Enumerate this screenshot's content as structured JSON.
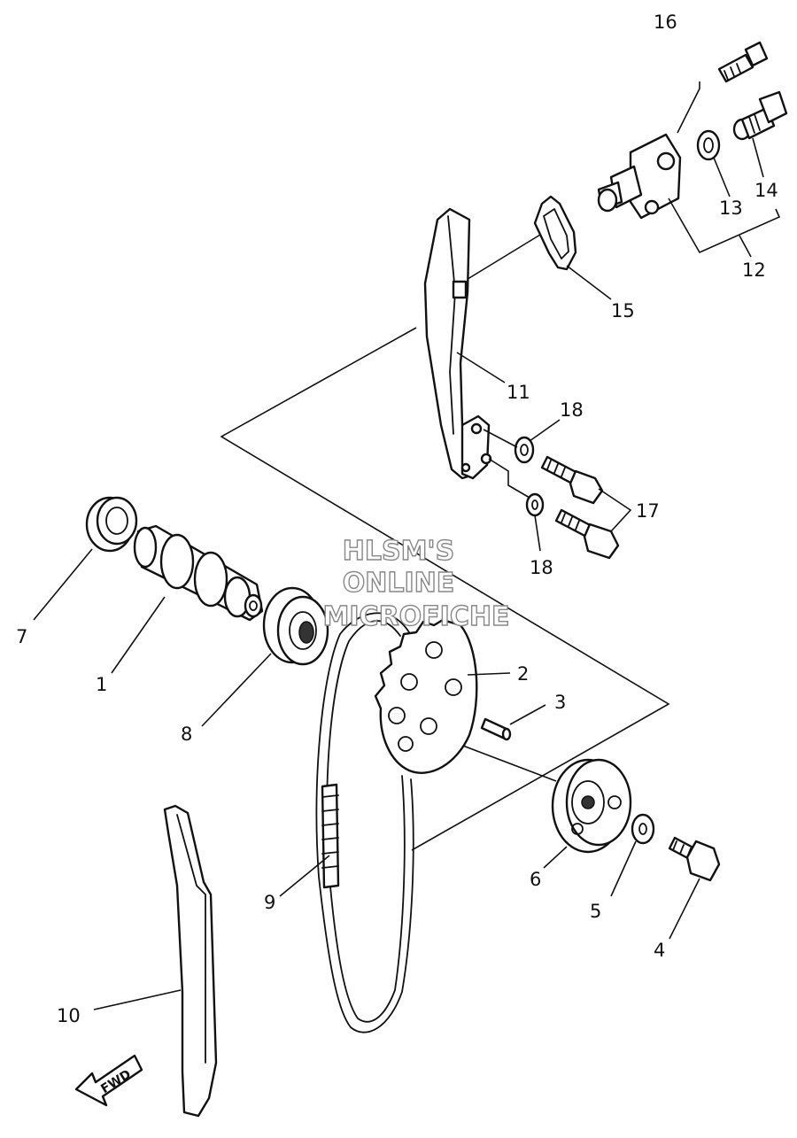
{
  "watermark": {
    "line1": "HLSM'S",
    "line2": "ONLINE",
    "line3": "MICROFICHE"
  },
  "direction_label": "FWD",
  "callouts": {
    "p1": "1",
    "p2": "2",
    "p3": "3",
    "p4": "4",
    "p5": "5",
    "p6": "6",
    "p7": "7",
    "p8": "8",
    "p9": "9",
    "p10": "10",
    "p11": "11",
    "p12": "12",
    "p13": "13",
    "p14": "14",
    "p15": "15",
    "p16": "16",
    "p17": "17",
    "p18a": "18",
    "p18b": "18"
  }
}
